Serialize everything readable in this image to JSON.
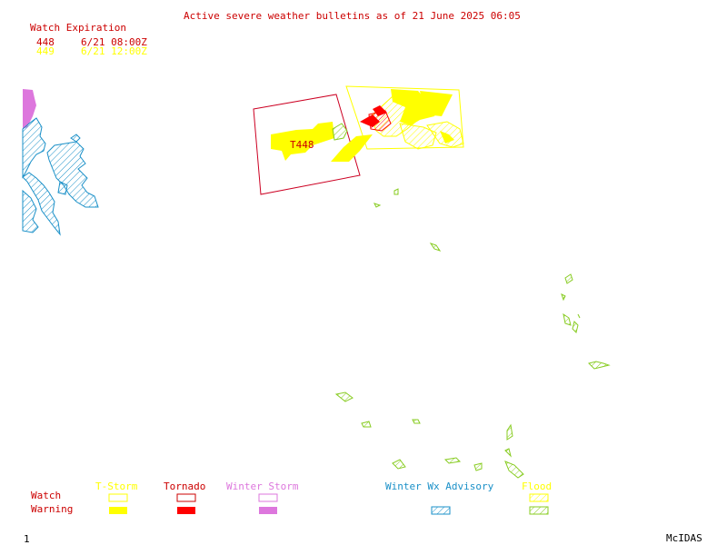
{
  "header": {
    "title": "Active severe weather bulletins as of 21 June 2025 06:05",
    "watch_expiration_label": "Watch Expiration",
    "watches": [
      {
        "id": "448",
        "expiration": "6/21 08:00Z",
        "color": "#cc0000"
      },
      {
        "id": "449",
        "expiration": "6/21 12:00Z",
        "color": "#ffff00"
      }
    ]
  },
  "map": {
    "watch_box_label": "T448",
    "colors": {
      "tornado": "#ff0000",
      "tstorm": "#ffff00",
      "winter_storm": "#dd77dd",
      "winter_wx_advisory": "#1a90c8",
      "flood": "#88cc22",
      "watch_box": "#cc0022"
    }
  },
  "legend": {
    "row_labels": {
      "watch": "Watch",
      "warning": "Warning"
    },
    "categories": [
      {
        "label": "T-Storm",
        "color": "#ffff00"
      },
      {
        "label": "Tornado",
        "color": "#cc0000"
      },
      {
        "label": "Winter Storm",
        "color": "#dd77dd"
      },
      {
        "label": "Winter Wx Advisory",
        "color": "#1a90c8"
      },
      {
        "label": "Flood",
        "color": "#ffff00"
      }
    ]
  },
  "footer": {
    "page_number": "1",
    "product": "McIDAS"
  }
}
